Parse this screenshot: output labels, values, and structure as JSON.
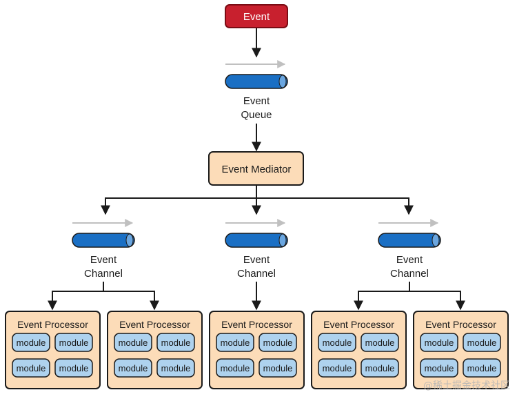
{
  "colors": {
    "event_fill": "#c8202e",
    "event_stroke": "#7a0c14",
    "queue_fill": "#1a6fc4",
    "queue_end": "#6aa6e0",
    "mediator_fill": "#fcdcb8",
    "processor_fill": "#fcdcb8",
    "module_fill": "#aed2ee",
    "stroke": "#1a1a1a",
    "flow_arrow": "#c0c0c0"
  },
  "event": {
    "label": "Event"
  },
  "queue": {
    "line1": "Event",
    "line2": "Queue"
  },
  "mediator": {
    "label": "Event Mediator"
  },
  "channels": [
    {
      "line1": "Event",
      "line2": "Channel"
    },
    {
      "line1": "Event",
      "line2": "Channel"
    },
    {
      "line1": "Event",
      "line2": "Channel"
    }
  ],
  "processors": [
    {
      "label": "Event Processor",
      "modules": [
        "module",
        "module",
        "module",
        "module"
      ]
    },
    {
      "label": "Event Processor",
      "modules": [
        "module",
        "module",
        "module",
        "module"
      ]
    },
    {
      "label": "Event Processor",
      "modules": [
        "module",
        "module",
        "module",
        "module"
      ]
    },
    {
      "label": "Event Processor",
      "modules": [
        "module",
        "module",
        "module",
        "module"
      ]
    },
    {
      "label": "Event Processor",
      "modules": [
        "module",
        "module",
        "module",
        "module"
      ]
    }
  ],
  "watermark": "@稀土掘金技术社区"
}
